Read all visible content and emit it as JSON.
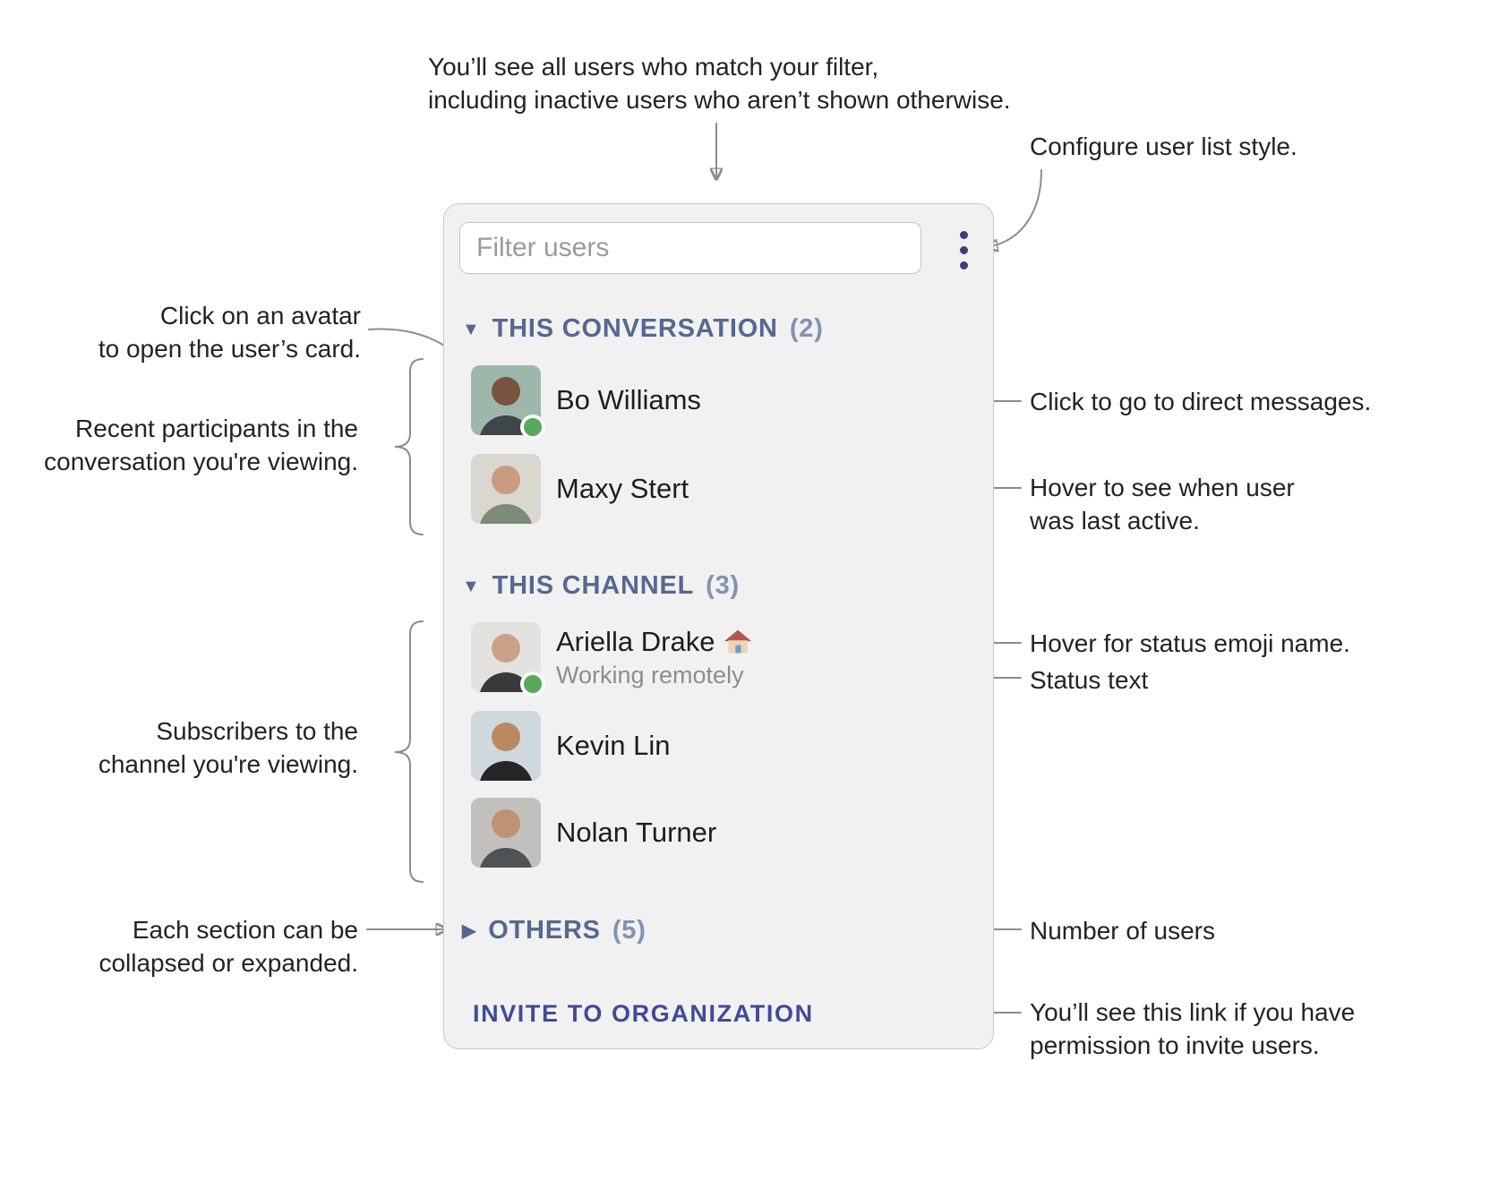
{
  "colors": {
    "panel_bg": "#f1f1f2",
    "section_header": "#56688e",
    "invite_link": "#3f4b95",
    "presence_green": "#58a95c",
    "annotation_line": "#8c8c8c",
    "kebab_dots": "#3b4073"
  },
  "icons": {
    "collapse_expanded": "▼",
    "collapse_collapsed": "▶",
    "kebab": "kebab-menu",
    "status_emoji_character": "🏠",
    "status_emoji_name": "house"
  },
  "panel": {
    "filter": {
      "placeholder": "Filter users"
    },
    "sections": [
      {
        "label": "THIS CONVERSATION",
        "count": "(2)",
        "collapsed": false,
        "users": [
          {
            "name": "Bo Williams",
            "online": true
          },
          {
            "name": "Maxy Stert",
            "online": false
          }
        ]
      },
      {
        "label": "THIS CHANNEL",
        "count": "(3)",
        "collapsed": false,
        "users": [
          {
            "name": "Ariella Drake",
            "emoji": "🏠",
            "status": "Working remotely",
            "online": true
          },
          {
            "name": "Kevin Lin",
            "online": false
          },
          {
            "name": "Nolan Turner",
            "online": false
          }
        ]
      },
      {
        "label": "OTHERS",
        "count": "(5)",
        "collapsed": true,
        "users": []
      }
    ],
    "invite_label": "INVITE TO ORGANIZATION"
  },
  "annotations": {
    "filter_note": {
      "lines": [
        "You’ll see all users who match your filter,",
        "including inactive users who aren’t shown otherwise."
      ]
    },
    "configure": "Configure user list style.",
    "avatar_click": {
      "lines": [
        "Click on an avatar",
        "to open the user’s card."
      ]
    },
    "recent_participants": {
      "lines": [
        "Recent participants in the",
        "conversation you're viewing."
      ]
    },
    "direct_messages": "Click to go to direct messages.",
    "last_active": {
      "lines": [
        "Hover to see when user",
        "was last active."
      ]
    },
    "subscribers": {
      "lines": [
        "Subscribers to the",
        "channel you're viewing."
      ]
    },
    "status_emoji": "Hover for status emoji name.",
    "status_text": "Status text",
    "collapse": {
      "lines": [
        "Each section can be",
        "collapsed or expanded."
      ]
    },
    "number_of_users": "Number of users",
    "invite_permission": {
      "lines": [
        "You’ll see this link if you have",
        "permission to invite users."
      ]
    }
  }
}
